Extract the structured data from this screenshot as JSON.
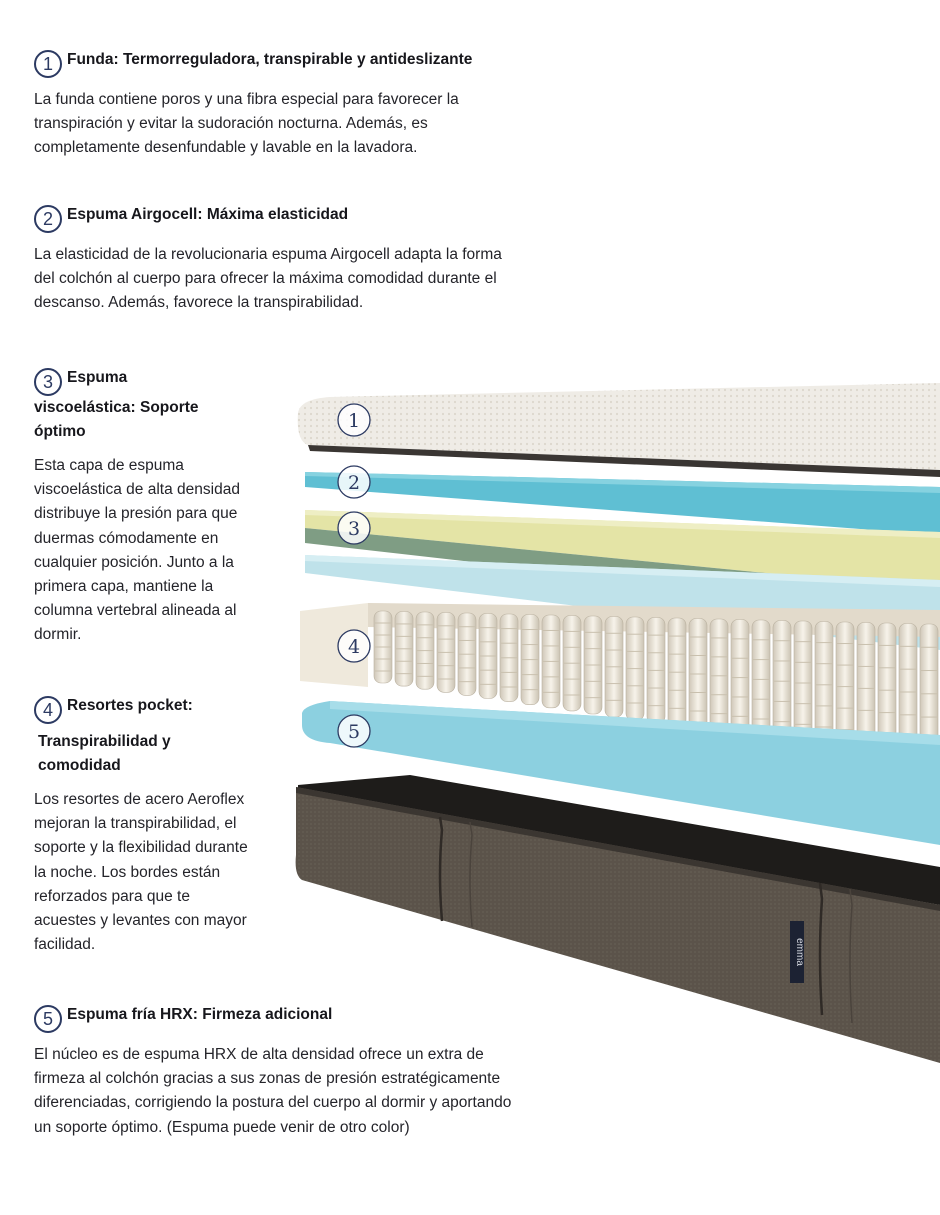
{
  "features": [
    {
      "number": "1",
      "title": "Funda: Termorreguladora, transpirable y antideslizante",
      "description": "La funda contiene poros y una fibra especial para favorecer la transpiración y evitar la sudoración nocturna. Además, es completamente desenfundable y lavable en la lavadora."
    },
    {
      "number": "2",
      "title": "Espuma Airgocell: Máxima elasticidad",
      "description": "La elasticidad de la revolucionaria espuma Airgocell adapta la forma del colchón al cuerpo para ofrecer la máxima comodidad durante el descanso. Además, favorece la transpirabilidad."
    },
    {
      "number": "3",
      "title": "Espuma viscoelástica: Soporte óptimo",
      "description": "Esta capa de espuma viscoelástica de alta densidad distribuye la presión para que duermas cómodamente en cualquier posición. Junto a la primera capa, mantiene la columna vertebral alineada al dormir."
    },
    {
      "number": "4",
      "title_line1": "Resortes pocket:",
      "title_line2": "Transpirabilidad y comodidad",
      "description": "Los resortes de acero Aeroflex mejoran la transpirabilidad, el soporte y la flexibilidad durante la noche. Los bordes están reforzados para que te acuestes y levantes con mayor facilidad."
    },
    {
      "number": "5",
      "title": "Espuma fría HRX: Firmeza adicional",
      "description": "El núcleo es de espuma HRX de alta densidad ofrece un extra de firmeza al colchón gracias a sus zonas de presión estratégicamente diferenciadas, corrigiendo la postura del cuerpo al dormir y aportando un soporte óptimo. (Espuma puede venir de otro color)"
    }
  ],
  "diagram": {
    "layer_labels": [
      "1",
      "2",
      "3",
      "4",
      "5"
    ],
    "brand_tag": "emma"
  },
  "colors": {
    "number_circle": "#2c3a62",
    "cover": "#efece6",
    "airgocell": "#5fbfd3",
    "visco": "#e4e4a6",
    "green_foam": "#7f9d84",
    "light_blue": "#bfe2ea",
    "hrx": "#8cd0e0",
    "base_fabric": "#5b534a"
  }
}
